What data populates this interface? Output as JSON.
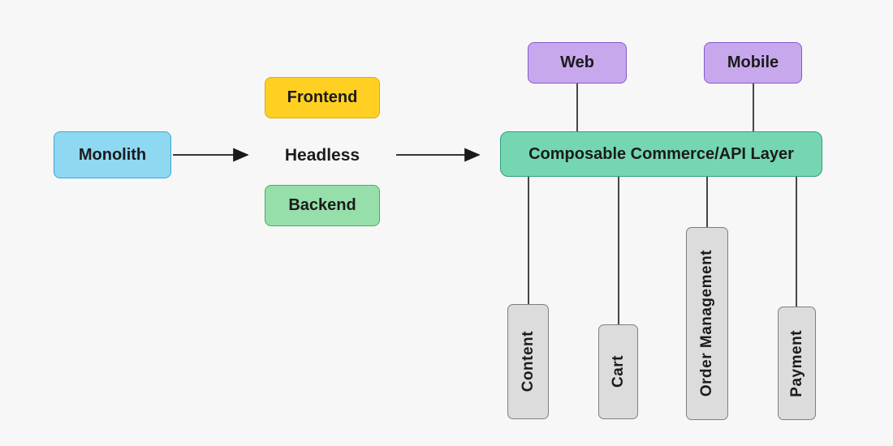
{
  "diagram": {
    "background_color": "#F7F7F7",
    "line_color": "#1A1A1A",
    "text_color": "#1B1B1B",
    "nodes": {
      "monolith": {
        "label": "Monolith",
        "fill": "#8ED8F2",
        "border": "#3FA8D0"
      },
      "frontend": {
        "label": "Frontend",
        "fill": "#FFD021",
        "border": "#DFA912"
      },
      "headless": {
        "label": "Headless"
      },
      "backend": {
        "label": "Backend",
        "fill": "#96DFAA",
        "border": "#44AF5B"
      },
      "web": {
        "label": "Web",
        "fill": "#C8A8ED",
        "border": "#8659C9"
      },
      "mobile": {
        "label": "Mobile",
        "fill": "#C8A8ED",
        "border": "#8659C9"
      },
      "api_layer": {
        "label": "Composable Commerce/API Layer",
        "fill": "#74D7B1",
        "border": "#2F9E80"
      },
      "services": [
        {
          "label": "Content"
        },
        {
          "label": "Cart"
        },
        {
          "label": "Order Management"
        },
        {
          "label": "Payment"
        }
      ]
    },
    "service_style": {
      "fill": "#DCDCDC",
      "border": "#7F7F7F"
    },
    "edges": [
      {
        "from": "monolith",
        "to": "headless",
        "type": "arrow"
      },
      {
        "from": "headless",
        "to": "api_layer",
        "type": "arrow"
      },
      {
        "from": "web",
        "to": "api_layer",
        "type": "line"
      },
      {
        "from": "mobile",
        "to": "api_layer",
        "type": "line"
      },
      {
        "from": "api_layer",
        "to": "content",
        "type": "line"
      },
      {
        "from": "api_layer",
        "to": "cart",
        "type": "line"
      },
      {
        "from": "api_layer",
        "to": "order_management",
        "type": "line"
      },
      {
        "from": "api_layer",
        "to": "payment",
        "type": "line"
      }
    ]
  }
}
